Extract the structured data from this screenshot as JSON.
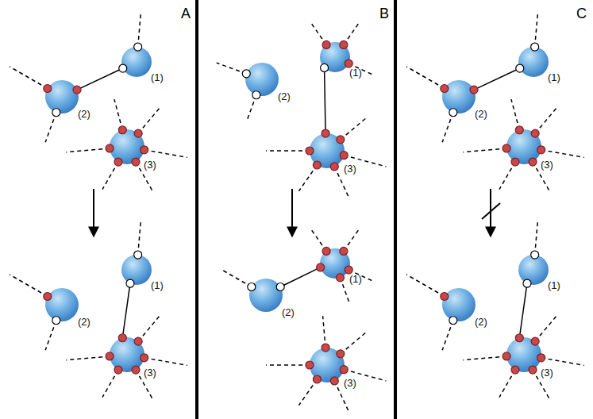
{
  "diagram": {
    "nodes": [
      {
        "text": [
          "(1)"
        ]
      },
      {
        "text": [
          "(2)"
        ]
      },
      {
        "text": [
          "(3)"
        ]
      },
      {
        "text": [
          "(1)"
        ]
      },
      {
        "text": [
          "(2)"
        ]
      },
      {
        "text": [
          "(3)"
        ]
      },
      {
        "text": [
          "(1)"
        ]
      },
      {
        "text": [
          "(2)"
        ]
      },
      {
        "text": [
          "(3)"
        ]
      },
      {
        "text": [
          "(1)"
        ]
      },
      {
        "text": [
          "(2)"
        ]
      },
      {
        "text": [
          "(3)"
        ]
      },
      {
        "text": [
          "(1)"
        ]
      },
      {
        "text": [
          "(2)"
        ]
      },
      {
        "text": [
          "(3)"
        ]
      },
      {
        "text": [
          "(1)"
        ]
      },
      {
        "text": [
          "(2)"
        ]
      },
      {
        "text": [
          "(3)"
        ]
      }
    ],
    "edges": [
      {
        "from": 0,
        "to": 1,
        "arrow": "none"
      },
      {
        "from": 3,
        "to": 5,
        "arrow": "none"
      },
      {
        "from": 6,
        "to": 8,
        "arrow": "none"
      },
      {
        "from": 9,
        "to": 10,
        "arrow": "none"
      },
      {
        "from": 12,
        "to": 13,
        "arrow": "none"
      },
      {
        "from": 15,
        "to": 17,
        "arrow": "none"
      }
    ],
    "labels": [
      "A",
      "B",
      "C"
    ]
  }
}
